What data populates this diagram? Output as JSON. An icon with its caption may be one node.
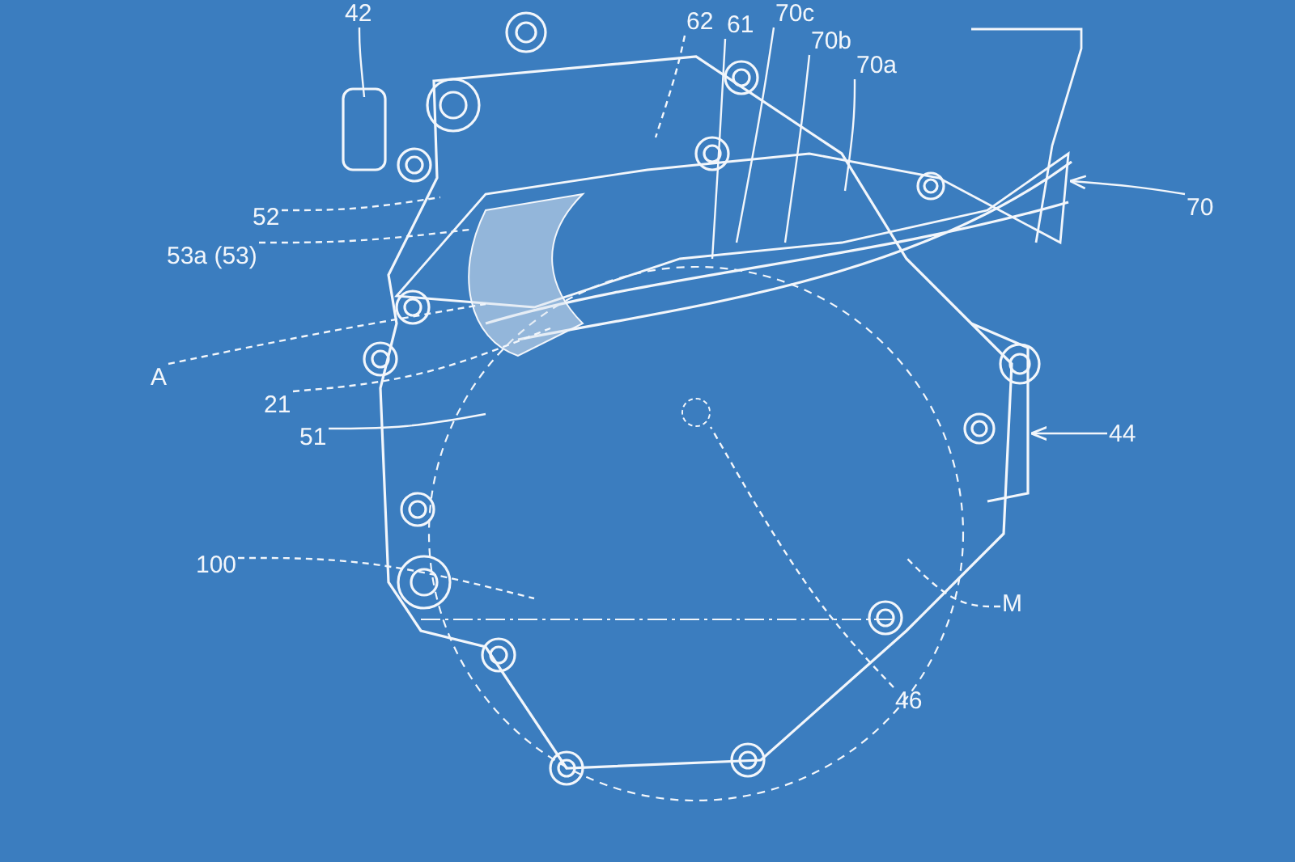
{
  "diagram": {
    "nodes": [
      {
        "text": [
          "42"
        ]
      },
      {
        "text": [
          "70c"
        ]
      },
      {
        "text": [
          "62"
        ]
      },
      {
        "text": [
          "61"
        ]
      },
      {
        "text": [
          "70b"
        ]
      },
      {
        "text": [
          "70a"
        ]
      },
      {
        "text": [
          "70"
        ]
      },
      {
        "text": [
          "52"
        ]
      },
      {
        "text": [
          "53a (53)"
        ]
      },
      {
        "text": [
          "A"
        ]
      },
      {
        "text": [
          "21"
        ]
      },
      {
        "text": [
          "51"
        ]
      },
      {
        "text": [
          "44"
        ]
      },
      {
        "text": [
          "100"
        ]
      },
      {
        "text": [
          "M"
        ]
      },
      {
        "text": [
          "46"
        ]
      },
      {
        "text": [],
        "shape": "circle"
      }
    ],
    "edges": [
      {
        "from": 0,
        "to": null,
        "arrow": "none"
      },
      {
        "from": 1,
        "to": null,
        "arrow": "none"
      },
      {
        "from": 2,
        "to": null,
        "arrow": "none",
        "style": "dashed"
      },
      {
        "from": 3,
        "to": null,
        "arrow": "none"
      },
      {
        "from": 4,
        "to": null,
        "arrow": "none"
      },
      {
        "from": 5,
        "to": null,
        "arrow": "none"
      },
      {
        "from": 6,
        "to": null,
        "arrow": "to"
      },
      {
        "from": 7,
        "to": null,
        "arrow": "none",
        "style": "dashed"
      },
      {
        "from": 8,
        "to": null,
        "arrow": "none",
        "style": "dashed"
      },
      {
        "from": 9,
        "to": null,
        "arrow": "none",
        "style": "dashed"
      },
      {
        "from": 10,
        "to": null,
        "arrow": "none",
        "style": "dashed"
      },
      {
        "from": 11,
        "to": null,
        "arrow": "none"
      },
      {
        "from": 12,
        "to": null,
        "arrow": "to"
      },
      {
        "from": 13,
        "to": null,
        "arrow": "none",
        "style": "dashed"
      },
      {
        "from": 14,
        "to": null,
        "arrow": "none",
        "style": "dashed"
      },
      {
        "from": 15,
        "to": 16,
        "arrow": "none",
        "style": "dashed"
      }
    ]
  }
}
